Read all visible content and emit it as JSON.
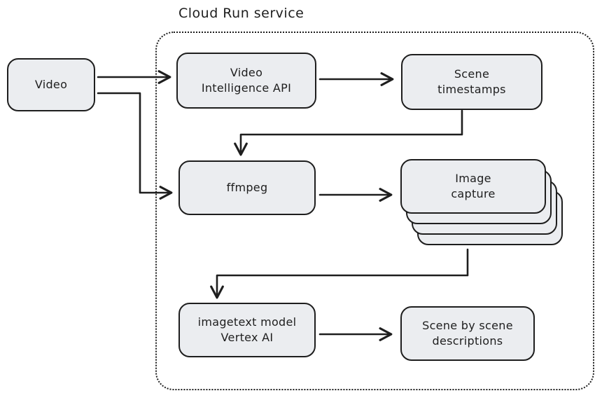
{
  "title": "Cloud Run service",
  "colors": {
    "stroke": "#1e1e1e",
    "fill": "#ebedf0",
    "bg": "#ffffff"
  },
  "nodes": {
    "video": {
      "label": "Video"
    },
    "video_intelligence_api": {
      "label": "Video\nIntelligence API"
    },
    "scene_timestamps": {
      "label": "Scene\ntimestamps"
    },
    "ffmpeg": {
      "label": "ffmpeg"
    },
    "image_capture": {
      "label": "Image\ncapture",
      "stacked_cards": 4
    },
    "imagetext_model": {
      "label": "imagetext model\nVertex AI"
    },
    "scene_descriptions": {
      "label": "Scene by scene\ndescriptions"
    }
  },
  "edges": [
    {
      "from": "video",
      "to": "video_intelligence_api"
    },
    {
      "from": "video",
      "to": "ffmpeg"
    },
    {
      "from": "video_intelligence_api",
      "to": "scene_timestamps"
    },
    {
      "from": "scene_timestamps",
      "to": "ffmpeg"
    },
    {
      "from": "ffmpeg",
      "to": "image_capture"
    },
    {
      "from": "image_capture",
      "to": "imagetext_model"
    },
    {
      "from": "imagetext_model",
      "to": "scene_descriptions"
    }
  ]
}
